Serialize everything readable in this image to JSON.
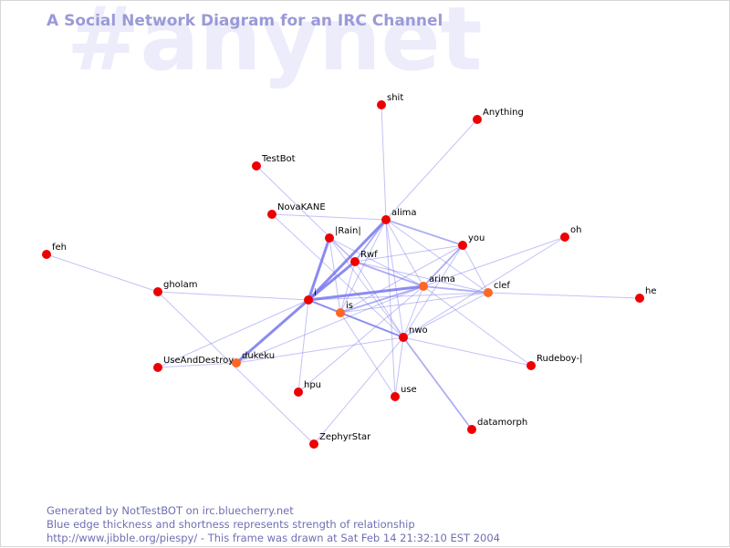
{
  "header": {
    "watermark": "#anynet",
    "title": "A Social Network Diagram for an IRC Channel"
  },
  "footer": {
    "line1": "Generated by NotTestBOT on irc.bluecherry.net",
    "line2": "Blue edge thickness and shortness represents strength of relationship",
    "line3": "http://www.jibble.org/piespy/ - This frame was drawn at Sat Feb 14 21:32:10 EST 2004"
  },
  "colors": {
    "node_red": "#ee0000",
    "node_orange": "#ff6622",
    "edge_blue": "#7777ee",
    "title": "#9a9ad8",
    "watermark": "#ececfb"
  },
  "nodes": [
    {
      "id": "shit",
      "label": "shit",
      "color": "red"
    },
    {
      "id": "Anything",
      "label": "Anything",
      "color": "red"
    },
    {
      "id": "TestBot",
      "label": "TestBot",
      "color": "red"
    },
    {
      "id": "NovaKANE",
      "label": "NovaKANE",
      "color": "red"
    },
    {
      "id": "alima",
      "label": "alima",
      "color": "red"
    },
    {
      "id": "Rain",
      "label": "|Rain|",
      "color": "red"
    },
    {
      "id": "you",
      "label": "you",
      "color": "red"
    },
    {
      "id": "oh",
      "label": "oh",
      "color": "red"
    },
    {
      "id": "feh",
      "label": "feh",
      "color": "red"
    },
    {
      "id": "Rwf",
      "label": "Rwf",
      "color": "red"
    },
    {
      "id": "arima",
      "label": "arima",
      "color": "orange"
    },
    {
      "id": "clef",
      "label": "clef",
      "color": "orange"
    },
    {
      "id": "he",
      "label": "he",
      "color": "red"
    },
    {
      "id": "gholam",
      "label": "gholam",
      "color": "red"
    },
    {
      "id": "i",
      "label": "i",
      "color": "red"
    },
    {
      "id": "is",
      "label": "is",
      "color": "orange"
    },
    {
      "id": "nwo",
      "label": "nwo",
      "color": "red"
    },
    {
      "id": "Rudeboy",
      "label": "Rudeboy-|",
      "color": "red"
    },
    {
      "id": "UseAndDestroy",
      "label": "UseAndDestroy",
      "color": "red"
    },
    {
      "id": "dukeku",
      "label": "dukeku",
      "color": "orange"
    },
    {
      "id": "hpu",
      "label": "hpu",
      "color": "red"
    },
    {
      "id": "use",
      "label": "use",
      "color": "red"
    },
    {
      "id": "datamorph",
      "label": "datamorph",
      "color": "red"
    },
    {
      "id": "ZephyrStar",
      "label": "ZephyrStar",
      "color": "red"
    }
  ],
  "edges": [
    {
      "source": "shit",
      "target": "alima",
      "weight": 1
    },
    {
      "source": "Anything",
      "target": "alima",
      "weight": 1
    },
    {
      "source": "TestBot",
      "target": "Rwf",
      "weight": 1
    },
    {
      "source": "NovaKANE",
      "target": "alima",
      "weight": 1
    },
    {
      "source": "NovaKANE",
      "target": "nwo",
      "weight": 1
    },
    {
      "source": "alima",
      "target": "i",
      "weight": 3
    },
    {
      "source": "alima",
      "target": "Rwf",
      "weight": 2
    },
    {
      "source": "alima",
      "target": "you",
      "weight": 2
    },
    {
      "source": "alima",
      "target": "arima",
      "weight": 1
    },
    {
      "source": "alima",
      "target": "clef",
      "weight": 1
    },
    {
      "source": "alima",
      "target": "is",
      "weight": 1
    },
    {
      "source": "alima",
      "target": "nwo",
      "weight": 1
    },
    {
      "source": "alima",
      "target": "use",
      "weight": 1
    },
    {
      "source": "Rain",
      "target": "i",
      "weight": 3
    },
    {
      "source": "Rain",
      "target": "arima",
      "weight": 1
    },
    {
      "source": "Rain",
      "target": "is",
      "weight": 1
    },
    {
      "source": "Rain",
      "target": "nwo",
      "weight": 1
    },
    {
      "source": "Rain",
      "target": "Rwf",
      "weight": 1
    },
    {
      "source": "you",
      "target": "Rwf",
      "weight": 1
    },
    {
      "source": "you",
      "target": "arima",
      "weight": 2
    },
    {
      "source": "you",
      "target": "is",
      "weight": 1
    },
    {
      "source": "you",
      "target": "clef",
      "weight": 1
    },
    {
      "source": "you",
      "target": "nwo",
      "weight": 1
    },
    {
      "source": "oh",
      "target": "arima",
      "weight": 1
    },
    {
      "source": "oh",
      "target": "nwo",
      "weight": 1
    },
    {
      "source": "feh",
      "target": "gholam",
      "weight": 1
    },
    {
      "source": "Rwf",
      "target": "i",
      "weight": 3
    },
    {
      "source": "Rwf",
      "target": "arima",
      "weight": 2
    },
    {
      "source": "Rwf",
      "target": "is",
      "weight": 1
    },
    {
      "source": "Rwf",
      "target": "nwo",
      "weight": 1
    },
    {
      "source": "Rwf",
      "target": "clef",
      "weight": 1
    },
    {
      "source": "arima",
      "target": "i",
      "weight": 3
    },
    {
      "source": "arima",
      "target": "is",
      "weight": 2
    },
    {
      "source": "arima",
      "target": "clef",
      "weight": 2
    },
    {
      "source": "arima",
      "target": "nwo",
      "weight": 1
    },
    {
      "source": "arima",
      "target": "Rudeboy",
      "weight": 1
    },
    {
      "source": "arima",
      "target": "hpu",
      "weight": 1
    },
    {
      "source": "clef",
      "target": "he",
      "weight": 1
    },
    {
      "source": "clef",
      "target": "i",
      "weight": 1
    },
    {
      "source": "clef",
      "target": "is",
      "weight": 1
    },
    {
      "source": "clef",
      "target": "nwo",
      "weight": 1
    },
    {
      "source": "gholam",
      "target": "i",
      "weight": 1
    },
    {
      "source": "gholam",
      "target": "ZephyrStar",
      "weight": 1
    },
    {
      "source": "i",
      "target": "is",
      "weight": 2
    },
    {
      "source": "i",
      "target": "nwo",
      "weight": 2
    },
    {
      "source": "i",
      "target": "dukeku",
      "weight": 3
    },
    {
      "source": "i",
      "target": "hpu",
      "weight": 1
    },
    {
      "source": "i",
      "target": "UseAndDestroy",
      "weight": 1
    },
    {
      "source": "is",
      "target": "nwo",
      "weight": 2
    },
    {
      "source": "is",
      "target": "use",
      "weight": 1
    },
    {
      "source": "nwo",
      "target": "datamorph",
      "weight": 2
    },
    {
      "source": "nwo",
      "target": "Rudeboy",
      "weight": 1
    },
    {
      "source": "nwo",
      "target": "dukeku",
      "weight": 1
    },
    {
      "source": "nwo",
      "target": "ZephyrStar",
      "weight": 1
    },
    {
      "source": "nwo",
      "target": "use",
      "weight": 1
    },
    {
      "source": "dukeku",
      "target": "UseAndDestroy",
      "weight": 1
    },
    {
      "source": "dukeku",
      "target": "arima",
      "weight": 1
    }
  ]
}
